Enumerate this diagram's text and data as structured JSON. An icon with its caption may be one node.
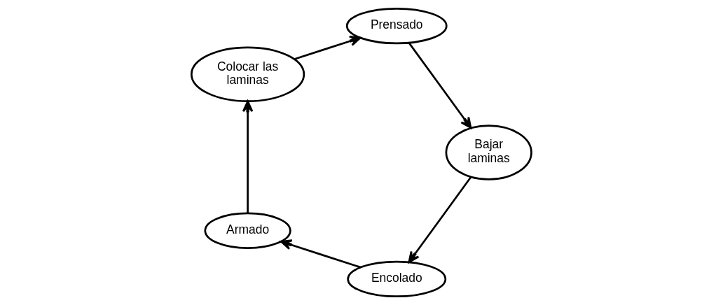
{
  "diagram": {
    "nodes": [
      {
        "text": [
          "Encolado"
        ]
      },
      {
        "text": [
          "Armado"
        ]
      },
      {
        "text": [
          "Bajar laminas"
        ]
      },
      {
        "text": [
          "Colocar las laminas"
        ]
      },
      {
        "text": [
          "Prensado"
        ]
      }
    ],
    "edges": [
      {
        "from": 2,
        "to": 0,
        "arrow": "to"
      },
      {
        "from": 0,
        "to": 1,
        "arrow": "to"
      },
      {
        "from": 1,
        "to": 3,
        "arrow": "to"
      },
      {
        "from": 3,
        "to": 4,
        "arrow": "to"
      },
      {
        "from": 4,
        "to": 2,
        "arrow": "to"
      }
    ]
  }
}
